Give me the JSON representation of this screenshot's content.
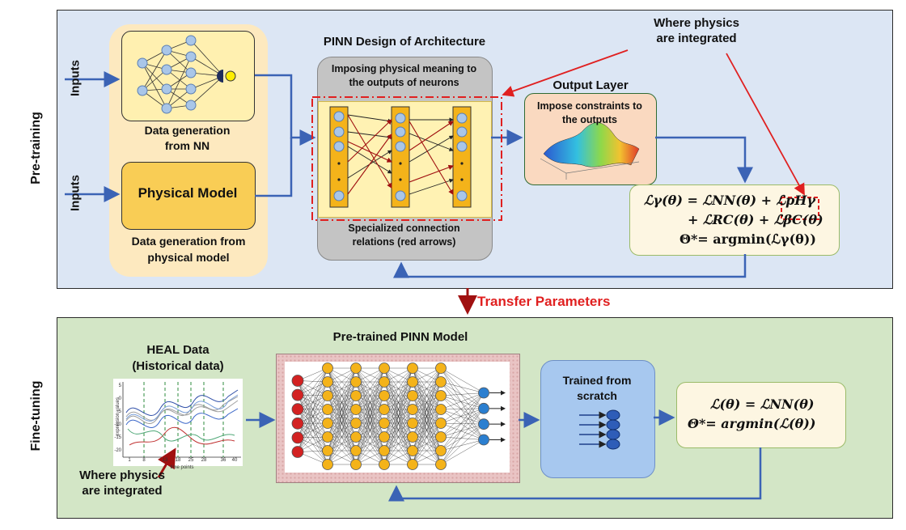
{
  "pretraining": {
    "side_label": "Pre-training",
    "inputs_top": "Inputs",
    "inputs_bottom": "Inputs",
    "nn_caption_l1": "Data generation",
    "nn_caption_l2": "from NN",
    "physical_model": "Physical Model",
    "phys_caption_l1": "Data generation from",
    "phys_caption_l2": "physical model",
    "arch_title": "PINN Design of Architecture",
    "arch_top_l1": "Imposing physical meaning to",
    "arch_top_l2": "the outputs of neurons",
    "arch_bottom_l1": "Specialized connection",
    "arch_bottom_l2": "relations (red arrows)",
    "output_title": "Output Layer",
    "output_l1": "Impose constraints to",
    "output_l2": "the outputs",
    "physics_note_l1": "Where physics",
    "physics_note_l2": "are integrated",
    "eq_line1": "ℒγ(θ) = ℒNN(θ) + ℒpHγ",
    "eq_line2": "+ ℒRC(θ) + ℒβC(θ)",
    "eq_line3": "Θ*= argmin(ℒγ(θ))"
  },
  "transfer_label": "Transfer Parameters",
  "finetuning": {
    "side_label": "Fine-tuning",
    "heal_l1": "HEAL Data",
    "heal_l2": "(Historical data)",
    "plot_ylabel": "expression values",
    "plot_xlabel": "time points",
    "plot_xticks": [
      "1",
      "8",
      "13",
      "18",
      "25",
      "28",
      "36",
      "40"
    ],
    "plot_yticks": [
      "5",
      "0",
      "-5",
      "-10",
      "-15",
      "-20"
    ],
    "physics_note_l1": "Where physics",
    "physics_note_l2": "are integrated",
    "model_title": "Pre-trained PINN Model",
    "scratch_l1": "Trained from",
    "scratch_l2": "scratch",
    "eq_line1": "ℒ(θ) = ℒNN(θ)",
    "eq_line2": "Θ*= argmin(ℒ(θ))"
  },
  "colors": {
    "pre_bg": "#dce6f4",
    "fine_bg": "#d3e6c6",
    "arrow_blue": "#3b63b5",
    "highlight_red": "#e02020",
    "transfer_red": "#c00000",
    "neuron_blue": "#a9c6e8",
    "neuron_yellow": "#f4b31a",
    "neuron_red": "#d32222"
  }
}
